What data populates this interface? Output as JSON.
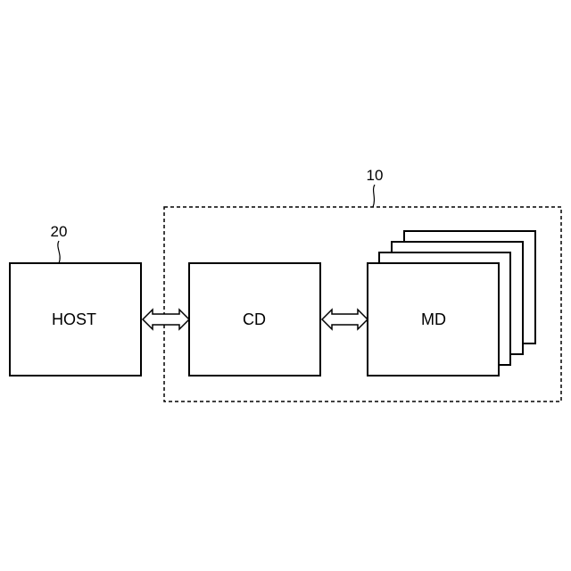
{
  "diagram": {
    "system_ref": "10",
    "host_ref": "20",
    "host_label": "HOST",
    "cd_label": "CD",
    "md_label": "MD"
  }
}
